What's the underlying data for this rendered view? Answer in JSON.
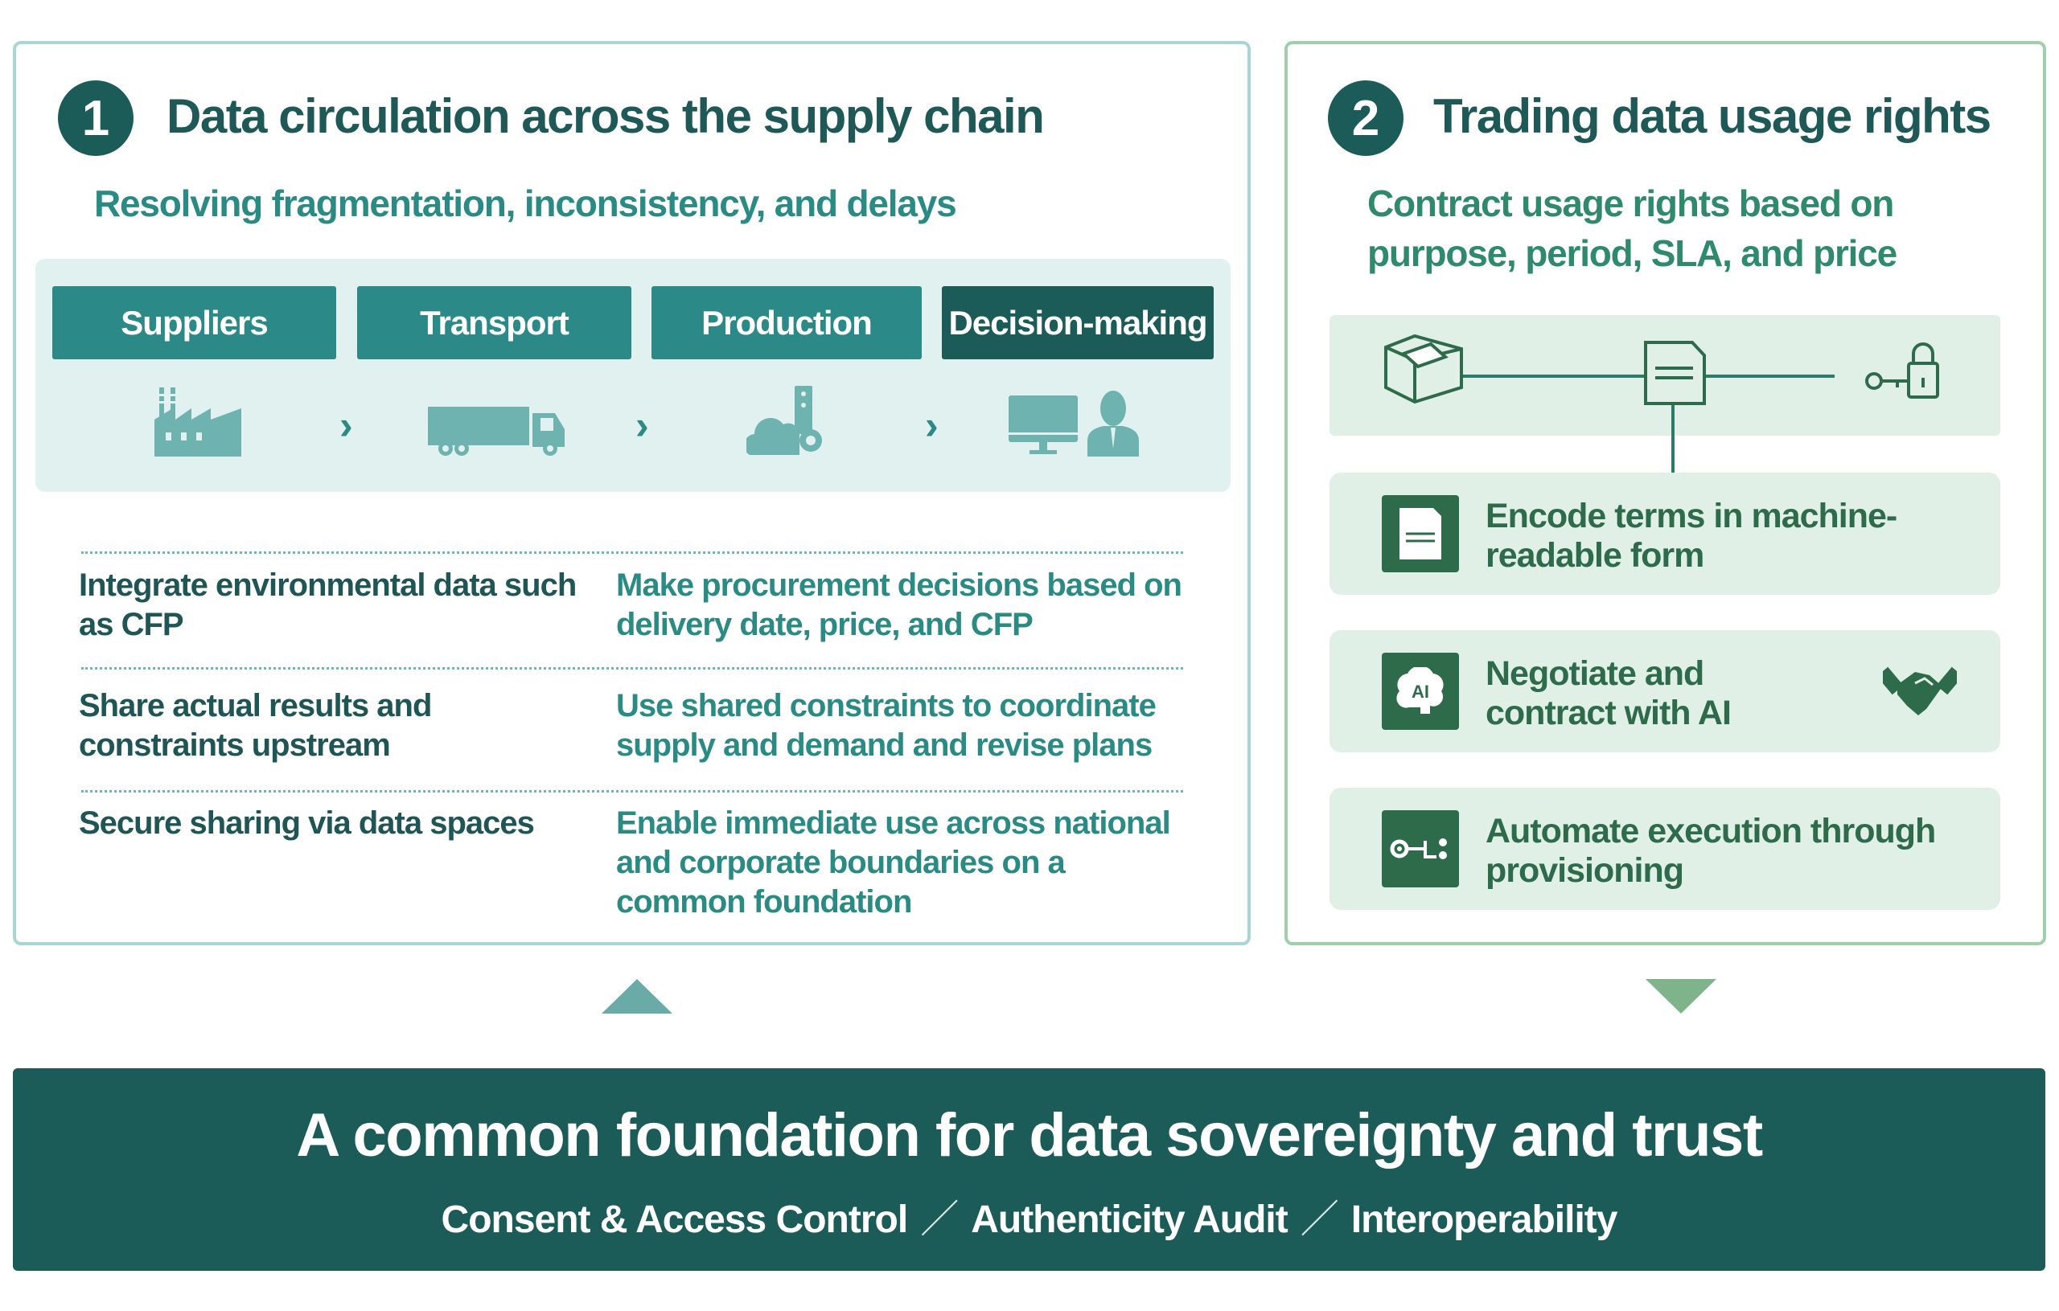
{
  "section1": {
    "number": "1",
    "title": "Data circulation across the supply chain",
    "subtitle": "Resolving fragmentation, inconsistency, and delays",
    "stages": [
      {
        "label": "Suppliers",
        "icon": "factory-icon"
      },
      {
        "label": "Transport",
        "icon": "truck-icon"
      },
      {
        "label": "Production",
        "icon": "cloud-server-gear-icon"
      },
      {
        "label": "Decision-making",
        "icon": "monitor-person-icon"
      }
    ],
    "chevron": "›",
    "rows": [
      {
        "left": "Integrate environmental data such as CFP",
        "right": "Make procurement decisions based on delivery date, price, and CFP"
      },
      {
        "left": "Share actual results and constraints upstream",
        "right": "Use shared constraints to coordinate supply and demand and revise plans"
      },
      {
        "left": "Secure sharing via data spaces",
        "right": "Enable immediate use across national and corporate boundaries on a common foundation"
      }
    ]
  },
  "section2": {
    "number": "2",
    "title": "Trading data usage rights",
    "subtitle_lines": [
      "Contract usage rights based on",
      "purpose, period, SLA, and price"
    ],
    "diagram_icons": [
      "data-box-icon",
      "document-icon",
      "key-lock-icon"
    ],
    "items": [
      {
        "text": "Encode terms in machine-readable form",
        "icon": "document-icon"
      },
      {
        "text": "Negotiate and contract with AI",
        "icon": "ai-brain-icon",
        "extra_icon": "handshake-icon"
      },
      {
        "text": "Automate execution through provisioning",
        "icon": "key-provisioning-icon"
      }
    ]
  },
  "foundation": {
    "title": "A common foundation for data sovereignty and trust",
    "pillars": [
      "Consent & Access Control",
      "Authenticity Audit",
      "Interoperability"
    ],
    "separator": "／"
  },
  "colors": {
    "dark_teal": "#1b5b58",
    "teal": "#2b8a87",
    "green": "#2e6b4a",
    "light_teal_bg": "#e0f1f0",
    "light_green_bg": "#e0f0e6"
  }
}
